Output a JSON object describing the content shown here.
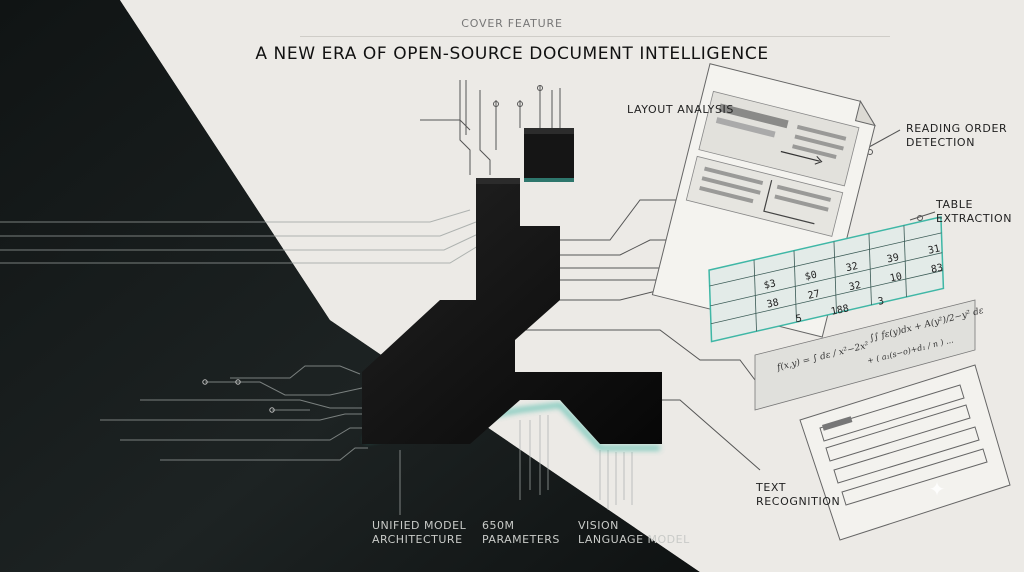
{
  "header": {
    "kicker": "COVER FEATURE",
    "title": "A NEW ERA OF OPEN-SOURCE DOCUMENT INTELLIGENCE"
  },
  "callouts": {
    "layout_analysis": "LAYOUT ANALYSIS",
    "reading_order": "READING ORDER\nDETECTION",
    "table_extraction": "TABLE\nEXTRACTION",
    "text_recognition": "TEXT\nRECOGNITION"
  },
  "model_facts": {
    "unified": [
      "UNIFIED MODEL",
      "ARCHITECTURE"
    ],
    "parameters": [
      "650M",
      "PARAMETERS"
    ],
    "vlm": [
      "VISION",
      "LANGUAGE MODEL"
    ]
  },
  "table_cells": {
    "row1": [
      "$3",
      "$0",
      "32",
      "39",
      "31"
    ],
    "row2": [
      "38",
      "27",
      "32",
      "10",
      "83"
    ],
    "row3": [
      "5",
      "188",
      "3"
    ]
  },
  "formula": {
    "left": "f(x,y) = ∫ dε / x²−2x²",
    "right": "∫∫ fε(y)dx + A(y²)/2−y² dε",
    "bottom": "+ ( a₁(s−o)+d₁ / n ) ..."
  },
  "colors": {
    "paper": "#e9e8e4",
    "dark": "#161a1a",
    "accent": "#3fb7a6",
    "line": "#555"
  }
}
